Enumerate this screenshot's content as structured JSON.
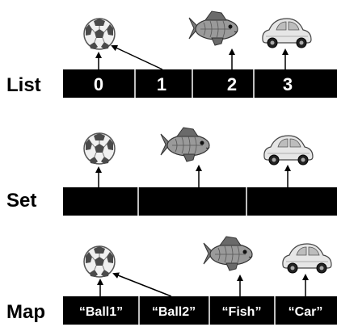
{
  "list": {
    "label": "List",
    "indices": [
      "0",
      "1",
      "2",
      "3"
    ]
  },
  "set": {
    "label": "Set"
  },
  "map": {
    "label": "Map",
    "keys": [
      "“Ball1”",
      "“Ball2”",
      "“Fish”",
      "“Car”"
    ]
  },
  "icons": {
    "ball": "soccer-ball-icon",
    "fish": "fish-icon",
    "car": "car-icon"
  },
  "colors": {
    "cell_fill": "#000000",
    "cell_text": "#ffffff",
    "background": "#ffffff"
  }
}
